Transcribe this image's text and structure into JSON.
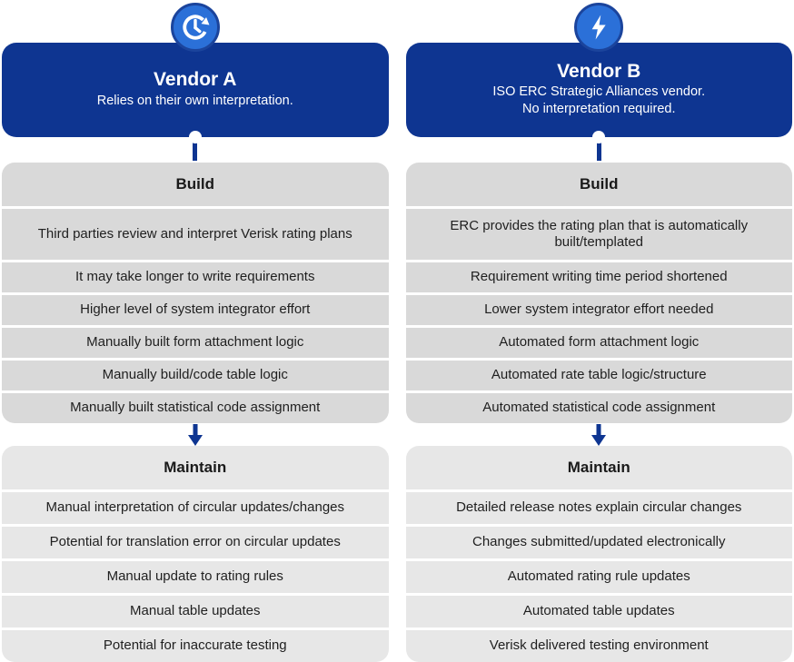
{
  "colors": {
    "navy": "#0e3591",
    "icon_fill": "#2b70d8",
    "icon_ring": "#1b449c",
    "build_gray": "#d9d9d9",
    "maintain_gray": "#e7e7e7",
    "text": "#1f1f1f",
    "white": "#ffffff"
  },
  "vendor_a": {
    "icon": "history-clock-icon",
    "title": "Vendor A",
    "subtitle_line1": "Relies on their own interpretation.",
    "subtitle_line2": "",
    "build": {
      "heading": "Build",
      "items": [
        "Third parties review and interpret Verisk rating plans",
        "It may take longer to write requirements",
        "Higher level of system integrator effort",
        "Manually built form attachment logic",
        "Manually build/code table logic",
        "Manually built statistical code assignment"
      ]
    },
    "maintain": {
      "heading": "Maintain",
      "items": [
        "Manual interpretation of circular updates/changes",
        "Potential for translation error on circular updates",
        "Manual update to rating rules",
        "Manual table updates",
        "Potential for inaccurate testing"
      ]
    }
  },
  "vendor_b": {
    "icon": "lightning-bolt-icon",
    "title": "Vendor B",
    "subtitle_line1": "ISO ERC Strategic Alliances vendor.",
    "subtitle_line2": "No interpretation required.",
    "build": {
      "heading": "Build",
      "items": [
        "ERC provides the rating plan that is automatically built/templated",
        "Requirement writing time period shortened",
        "Lower system integrator effort needed",
        "Automated form attachment logic",
        "Automated rate table logic/structure",
        "Automated statistical code assignment"
      ]
    },
    "maintain": {
      "heading": "Maintain",
      "items": [
        "Detailed release notes explain circular changes",
        "Changes submitted/updated electronically",
        "Automated rating rule updates",
        "Automated table updates",
        "Verisk delivered testing environment"
      ]
    }
  }
}
